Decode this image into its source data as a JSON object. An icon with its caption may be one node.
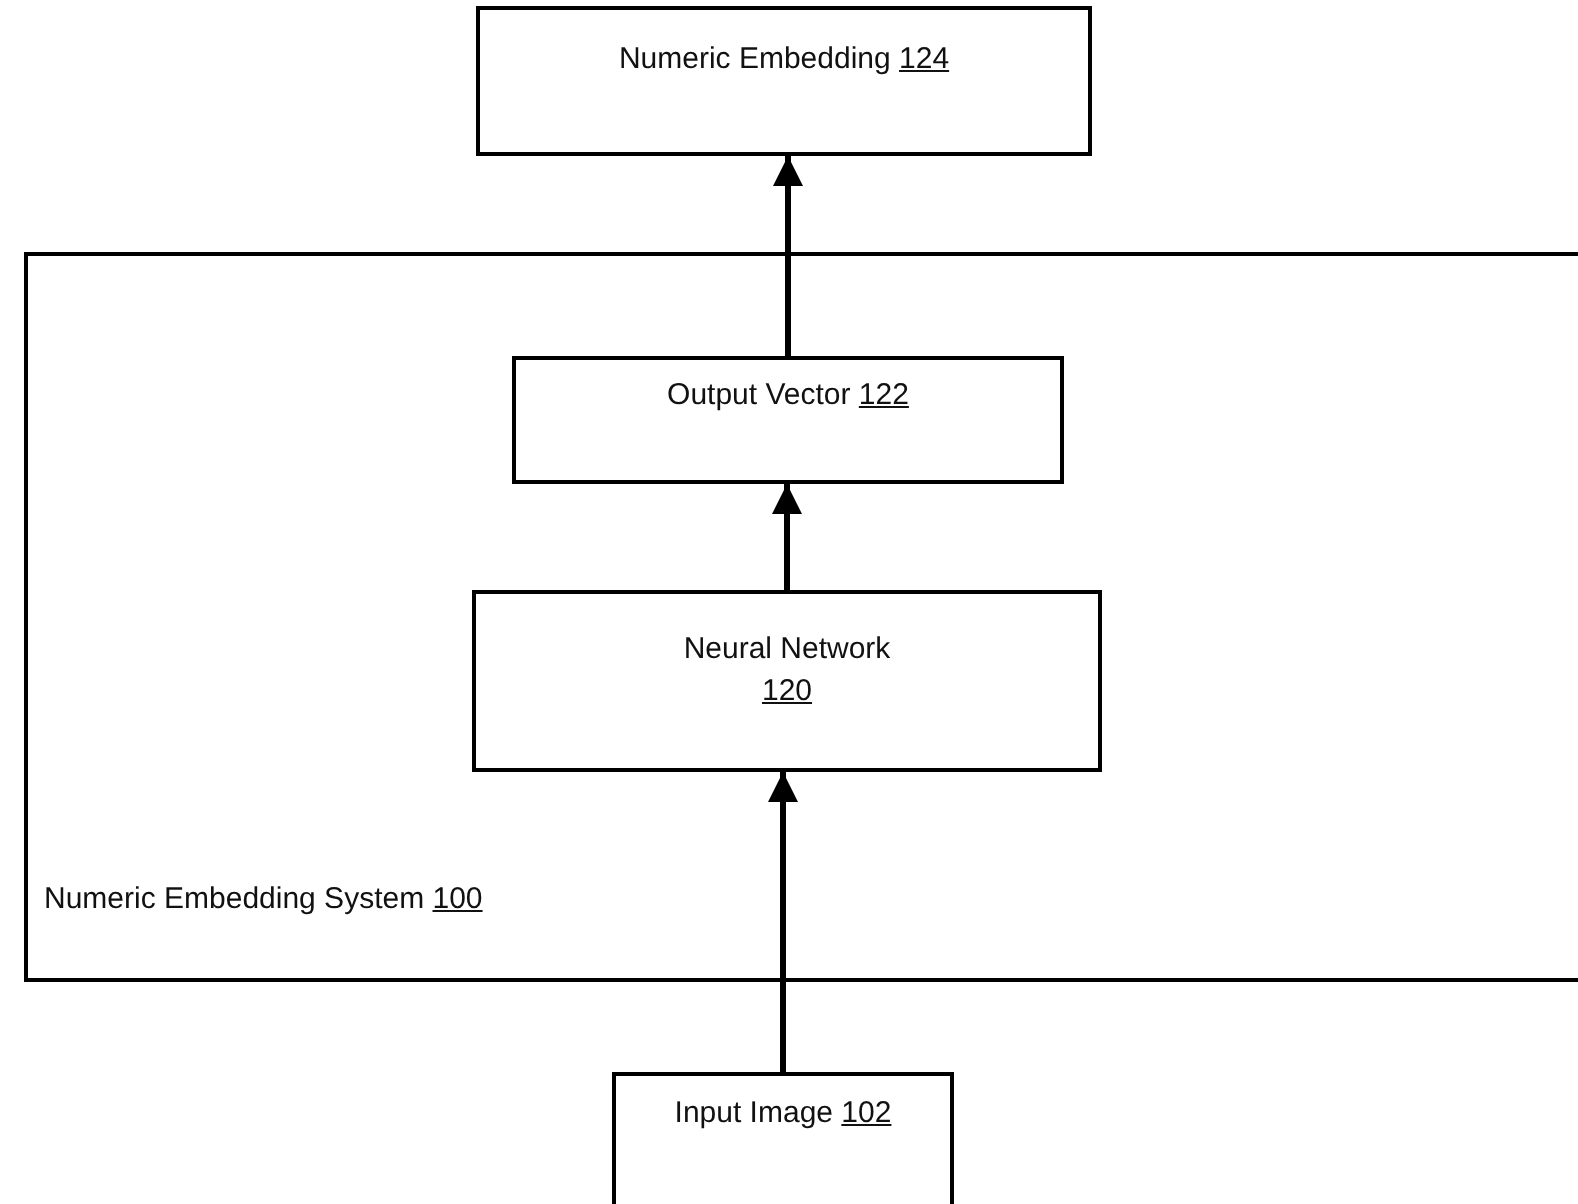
{
  "diagram": {
    "nodes": [
      {
        "text": [
          "Numeric Embedding 124"
        ]
      },
      {
        "text": [
          "Numeric Embedding System 100"
        ]
      },
      {
        "text": [
          "Output Vector 122"
        ],
        "in": 1
      },
      {
        "text": [
          "Neural Network 120"
        ],
        "in": 1
      },
      {
        "text": [
          "Input Image 102"
        ]
      }
    ],
    "edges": [
      {
        "from": 4,
        "to": 3,
        "arrow": "to"
      },
      {
        "from": 3,
        "to": 2,
        "arrow": "to"
      },
      {
        "from": 2,
        "to": 0,
        "arrow": "to"
      }
    ]
  }
}
